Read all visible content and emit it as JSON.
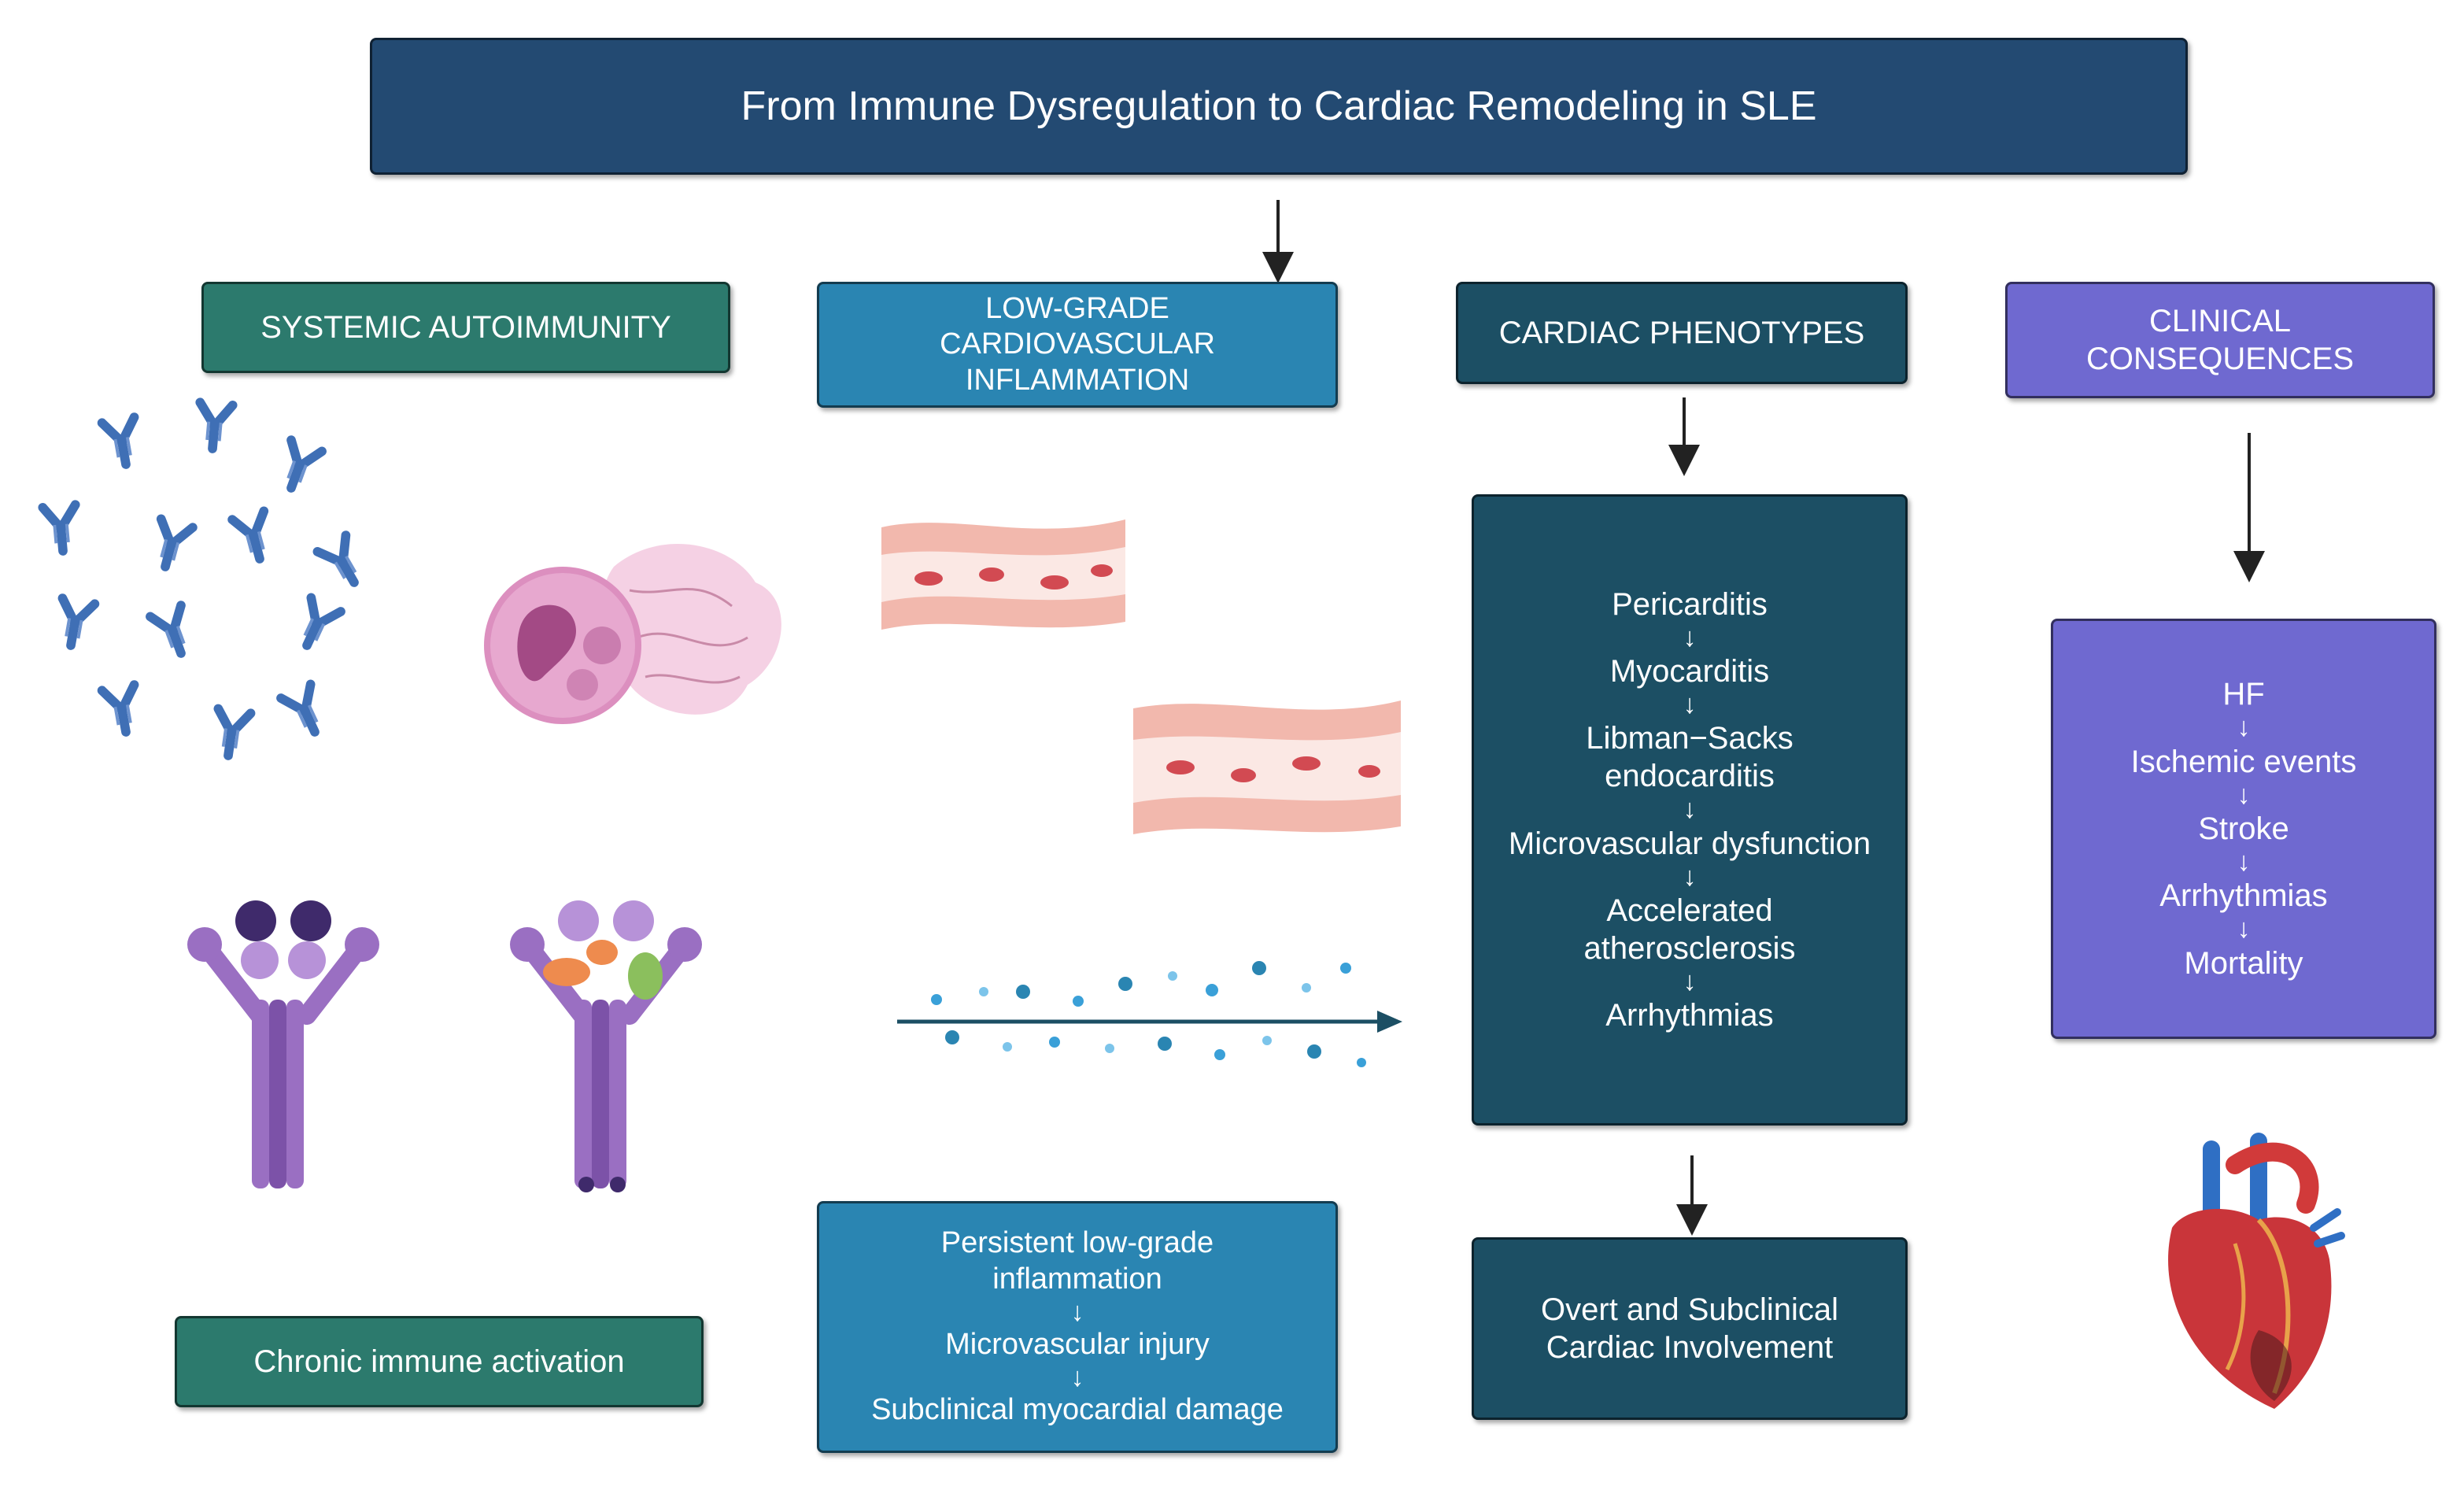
{
  "title": "From Immune Dysregulation to Cardiac Remodeling in SLE",
  "colors": {
    "title_bg": "#234a72",
    "autoimmunity": "#2c7a6d",
    "inflammation": "#2a85b2",
    "phenotypes": "#1c4f64",
    "consequences": "#6f69d0"
  },
  "columns": {
    "autoimmunity": {
      "header": "SYSTEMIC AUTOIMMUNITY",
      "footer": "Chronic immune activation"
    },
    "inflammation": {
      "header_lines": [
        "LOW-GRADE",
        "CARDIOVASCULAR",
        "INFLAMMATION"
      ],
      "steps": [
        "Persistent low-grade inflammation",
        "Microvascular injury",
        "Subclinical myocardial damage"
      ]
    },
    "phenotypes": {
      "header": "CARDIAC PHENOTYPES",
      "steps": [
        "Pericarditis",
        "Myocarditis",
        "Libman−Sacks endocarditis",
        "Microvascular dysfunction",
        "Accelerated atherosclerosis",
        "Arrhythmias"
      ],
      "outcome": "Overt and Subclinical Cardiac Involvement"
    },
    "consequences": {
      "header_lines": [
        "CLINICAL",
        "CONSEQUENCES"
      ],
      "steps": [
        "HF",
        "Ischemic events",
        "Stroke",
        "Arrhythmias",
        "Mortality"
      ]
    }
  },
  "arrow_glyph": "↓",
  "illustrations": [
    "antibody-cluster-icon",
    "netosis-neutrophil-icon",
    "antibody-receptor-icon",
    "immune-complex-receptor-icon",
    "inflamed-vessel-icon",
    "cytokine-flow-icon",
    "heart-icon"
  ]
}
